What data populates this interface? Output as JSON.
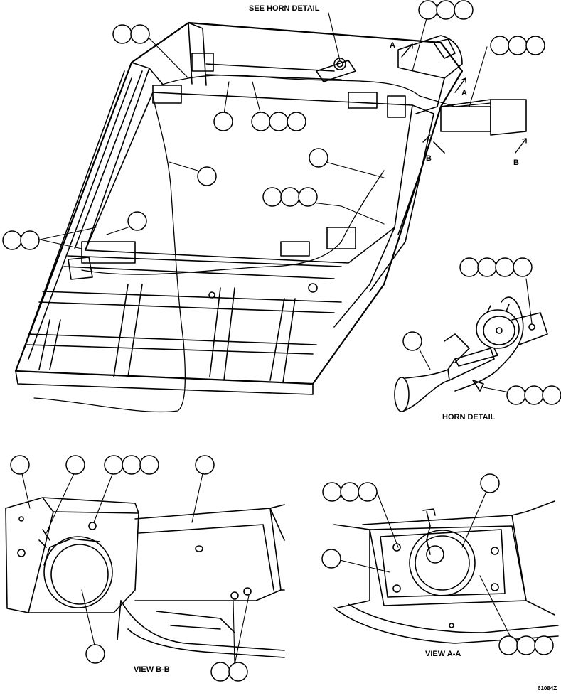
{
  "labels": {
    "see_horn_detail": "SEE HORN DETAIL",
    "horn_detail": "HORN DETAIL",
    "view_bb": "VIEW B-B",
    "view_aa": "VIEW A-A",
    "section_a": "A",
    "section_b": "B",
    "figure_id": "61084Z"
  }
}
